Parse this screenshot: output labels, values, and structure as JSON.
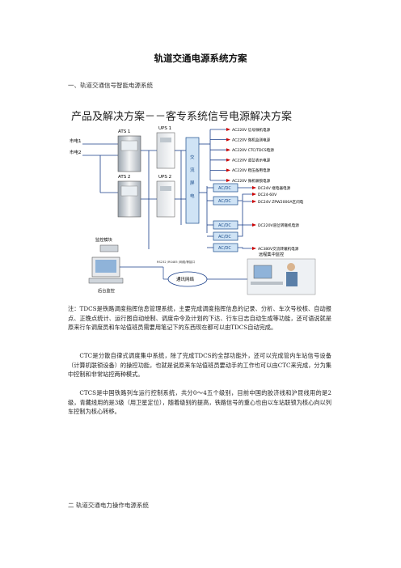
{
  "doc_title": "轨道交通电源系统方案",
  "section1_heading": "一、轨道交通信号智能电源系统",
  "diagram": {
    "heading": "产品及解决方案－－客专系统信号电源解决方案",
    "ats1": "ATS 1",
    "ats2": "ATS 2",
    "ups1": "UPS 1",
    "ups2": "UPS 2",
    "input1": "市电1",
    "input2": "市电2",
    "distribution_box": [
      "交",
      "流",
      "屏",
      "电"
    ],
    "monitor_box": "监控模块",
    "backend_label": "后台监控",
    "network_label": "通讯网络",
    "network_line_label": "RS232 /RS485 /网络/等接口",
    "remote_label": "远程集中监控",
    "ac_outputs": [
      "AC220V 信号微机电源",
      "AC220V 微机监测电源",
      "AC220V CTC/TDCS电源",
      "AC220V 道岔表示电源",
      "AC220V 稳压备用电源",
      "AC220V 微机联锁电源"
    ],
    "converters": [
      "AC/DC",
      "AC/DC",
      "AC/DC",
      "AC/DC",
      "AC/DC"
    ],
    "dc_outputs": [
      "DC24V 继电器电源",
      "DC24-60V",
      "DC24V ZPW2000A区间电",
      "DC220V道岔转辙机电源",
      "AC380V交流转辙机电源"
    ]
  },
  "note_paragraph": "注：TDCS是铁路调度指挥信息管理系统，主要完成调度指挥信息的记录、分析、车次号校核、自动报点、正晚点统计、运行图自动绘制、调度命令及计划的下达、行车日志自动生成等功能，还可语说就是原来行车调度员和车站值班员需要用笔记下的东西现在都可以由TDCS自动完成。",
  "ctc_paragraph": "CTC是分散自律式调度集中系统，除了完成TDCS的全部功能外，还可以完成管内车站信号设备（计算机联锁设备）的操控功能，也就是说原来车站值班员要动手的工作也可以由CTC来完成，分为集中控制和非常站控两种模式。",
  "ctcs_paragraph": "CTCS是中国铁路列车运行控制系统，共分0～4五个级别，目前中国的胶济线和沪昆线用的是2级，青藏线用的是3级（用卫星定位），随着级别的提高，铁路信号的重心也由以车站联锁为核心向以列车控制为核心转移。",
  "section2_heading": "二 轨道交通电力操作电源系统",
  "colors": {
    "converter_fill": "#cfe3f5",
    "converter_stroke": "#1b4d8c",
    "arrow_red": "#cc0000",
    "line_blue": "#1a3f8a"
  }
}
